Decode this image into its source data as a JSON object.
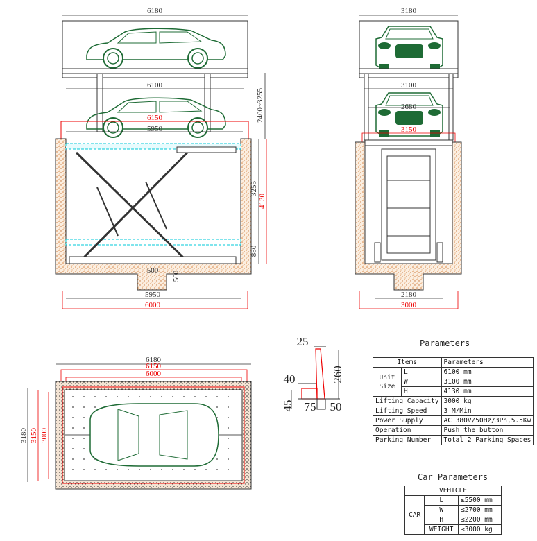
{
  "side_view": {
    "dims": {
      "top_width": "6180",
      "platform_width": "6100",
      "red_width": "6150",
      "inner_width": "5950",
      "lift_range": "2400~3255",
      "upper_height": "3255",
      "lower_height": "880",
      "total_height": "4130",
      "pit_step": "500",
      "pit_depth": "500",
      "pit_bottom": "5950",
      "pit_total": "6000"
    }
  },
  "front_view": {
    "dims": {
      "top_width": "3180",
      "platform_width": "3100",
      "inner_width": "2680",
      "red_width": "3150",
      "pit_bottom": "2180",
      "pit_total": "3000"
    }
  },
  "plan_view": {
    "dims": {
      "outer_length": "6180",
      "red_length": "6150",
      "inner_length": "6000",
      "outer_width": "3180",
      "red_width": "3150",
      "inner_width": "3000"
    }
  },
  "profile_detail": {
    "dims": [
      "25",
      "260",
      "40",
      "45",
      "75",
      "50"
    ]
  },
  "parameters": {
    "title": "Parameters",
    "header": [
      "Items",
      "Parameters"
    ],
    "unit_size_label": "Unit Size",
    "unit_size": [
      {
        "key": "L",
        "value": "6100 mm"
      },
      {
        "key": "W",
        "value": "3100 mm"
      },
      {
        "key": "H",
        "value": "4130 mm"
      }
    ],
    "rows": [
      {
        "item": "Lifting Capacity",
        "value": "3000 kg"
      },
      {
        "item": "Lifting Speed",
        "value": "3 M/Min"
      },
      {
        "item": "Power Supply",
        "value": "AC 380V/50Hz/3Ph,5.5Kw"
      },
      {
        "item": "Operation",
        "value": "Push the button"
      },
      {
        "item": "Parking Number",
        "value": "Total 2 Parking Spaces"
      }
    ]
  },
  "car_parameters": {
    "title": "Car Parameters",
    "header": "VEHICLE",
    "group": "CAR",
    "rows": [
      {
        "key": "L",
        "value": "≤5500 mm"
      },
      {
        "key": "W",
        "value": "≤2700 mm"
      },
      {
        "key": "H",
        "value": "≤2200 mm"
      },
      {
        "key": "WEIGHT",
        "value": "≤3000 kg"
      }
    ]
  },
  "colors": {
    "car": "#1e6b35",
    "red_dim": "#e00000",
    "cyan": "#00c8d8",
    "concrete": "#d9833e"
  }
}
